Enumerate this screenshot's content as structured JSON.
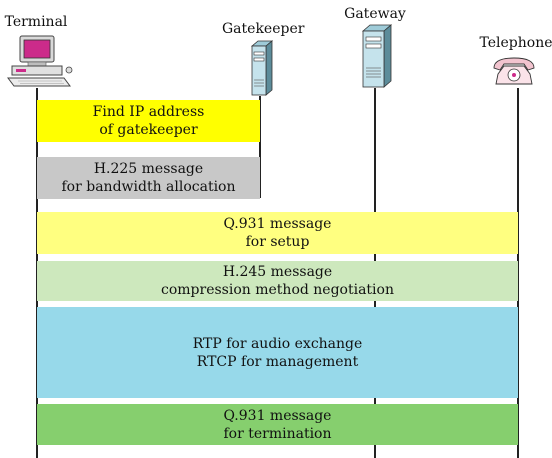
{
  "entities": [
    {
      "name": "Terminal",
      "icon": "computer-icon"
    },
    {
      "name": "Gatekeeper",
      "icon": "server-icon"
    },
    {
      "name": "Gateway",
      "icon": "server-tower-icon"
    },
    {
      "name": "Telephone",
      "icon": "telephone-icon"
    }
  ],
  "messages": [
    {
      "line1": "Find IP address",
      "line2": "of gatekeeper",
      "color": "#ffff00"
    },
    {
      "line1": "H.225 message",
      "line2": "for bandwidth allocation",
      "color": "#c8c8c8"
    },
    {
      "line1": "Q.931 message",
      "line2": "for setup",
      "color": "#ffff80"
    },
    {
      "line1": "H.245 message",
      "line2": "compression method negotiation",
      "color": "#cde8bd"
    },
    {
      "line1": "RTP for audio exchange",
      "line2": "RTCP for management",
      "color": "#97d9ea"
    },
    {
      "line1": "Q.931 message",
      "line2": "for termination",
      "color": "#86cf6e"
    }
  ]
}
